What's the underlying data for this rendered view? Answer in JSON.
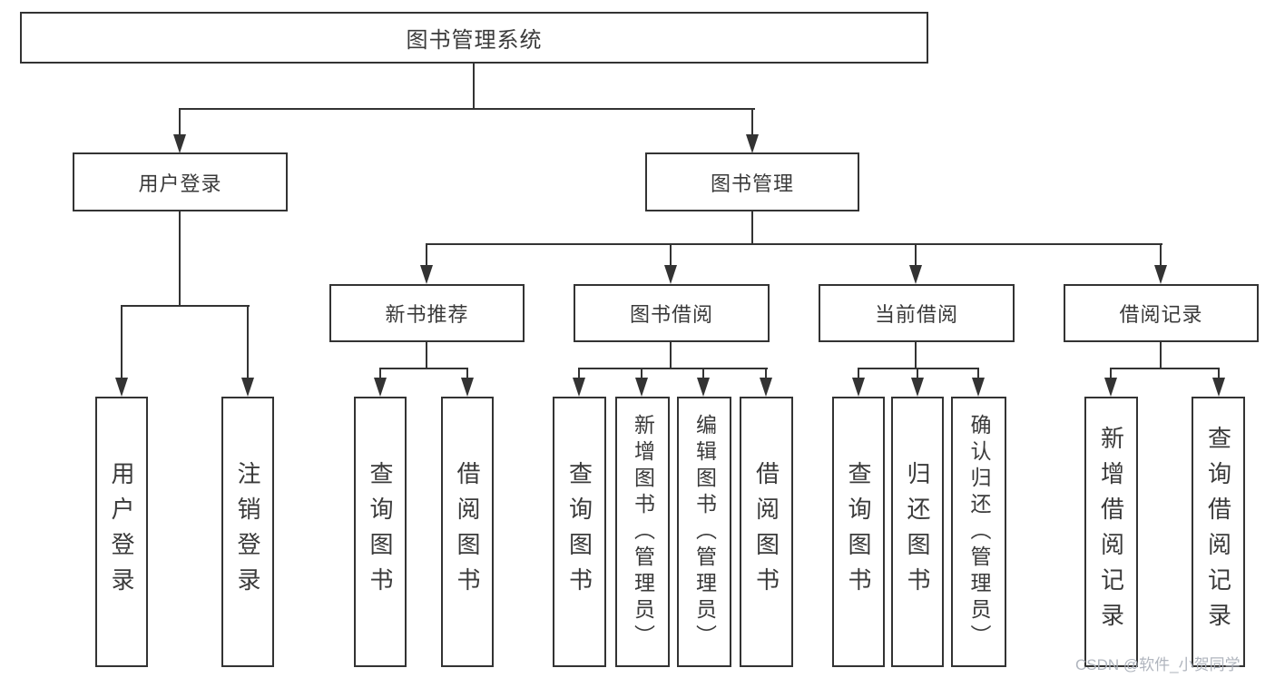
{
  "diagram": {
    "title": "图书管理系统",
    "level2": {
      "user_login": "用户登录",
      "book_management": "图书管理"
    },
    "level3": {
      "new_book_rec": "新书推荐",
      "book_borrow": "图书借阅",
      "current_borrow": "当前借阅",
      "borrow_records": "借阅记录"
    },
    "leaves": {
      "user_login": "用户登录",
      "logout": "注销登录",
      "rec_query_books": "查询图书",
      "rec_borrow_books": "借阅图书",
      "borrow_query_books": "查询图书",
      "borrow_add_books": "新增图书（管理员）",
      "borrow_edit_books": "编辑图书（管理员）",
      "borrow_borrow_books": "借阅图书",
      "current_query_books": "查询图书",
      "current_return_books": "归还图书",
      "current_confirm_return": "确认归还（管理员）",
      "record_add": "新增借阅记录",
      "record_query": "查询借阅记录"
    },
    "hierarchy": {
      "图书管理系统": {
        "用户登录": [
          "用户登录",
          "注销登录"
        ],
        "图书管理": {
          "新书推荐": [
            "查询图书",
            "借阅图书"
          ],
          "图书借阅": [
            "查询图书",
            "新增图书（管理员）",
            "编辑图书（管理员）",
            "借阅图书"
          ],
          "当前借阅": [
            "查询图书",
            "归还图书",
            "确认归还（管理员）"
          ],
          "借阅记录": [
            "新增借阅记录",
            "查询借阅记录"
          ]
        }
      }
    },
    "watermark": "CSDN @软件_小贺同学",
    "colors": {
      "line": "#333333",
      "box_border": "#333333",
      "text": "#3a3a3a",
      "watermark": "#acb1ba",
      "background": "#ffffff"
    }
  }
}
